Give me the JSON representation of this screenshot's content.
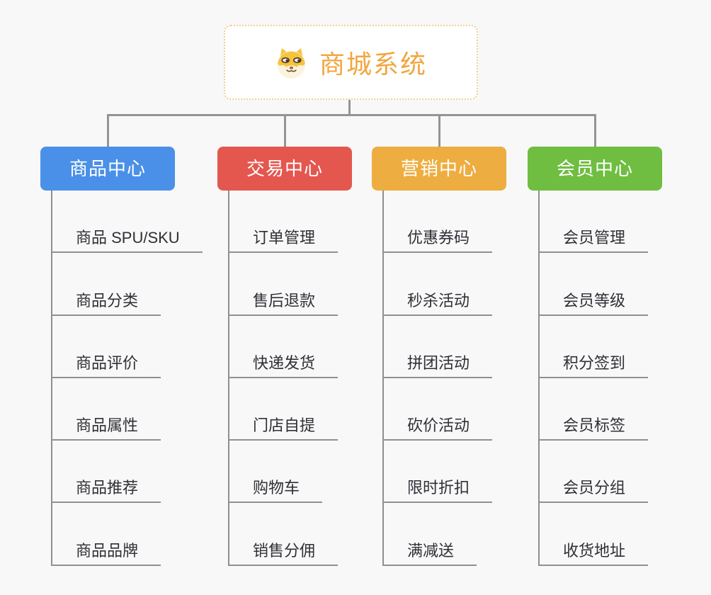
{
  "root": {
    "title": "商城系统",
    "icon": "shiba-dog-icon",
    "accent_color": "#f1a63e",
    "border_color": "#f2ce92"
  },
  "branches": [
    {
      "label": "商品中心",
      "color": "#4a90e8",
      "children": [
        "商品 SPU/SKU",
        "商品分类",
        "商品评价",
        "商品属性",
        "商品推荐",
        "商品品牌"
      ]
    },
    {
      "label": "交易中心",
      "color": "#e4574f",
      "children": [
        "订单管理",
        "售后退款",
        "快递发货",
        "门店自提",
        "购物车",
        "销售分佣"
      ]
    },
    {
      "label": "营销中心",
      "color": "#eead40",
      "children": [
        "优惠券码",
        "秒杀活动",
        "拼团活动",
        "砍价活动",
        "限时折扣",
        "满减送"
      ]
    },
    {
      "label": "会员中心",
      "color": "#6fbe41",
      "children": [
        "会员管理",
        "会员等级",
        "积分签到",
        "会员标签",
        "会员分组",
        "收货地址"
      ]
    }
  ],
  "connector_color": "#949494",
  "background_color": "#f8f8f8"
}
